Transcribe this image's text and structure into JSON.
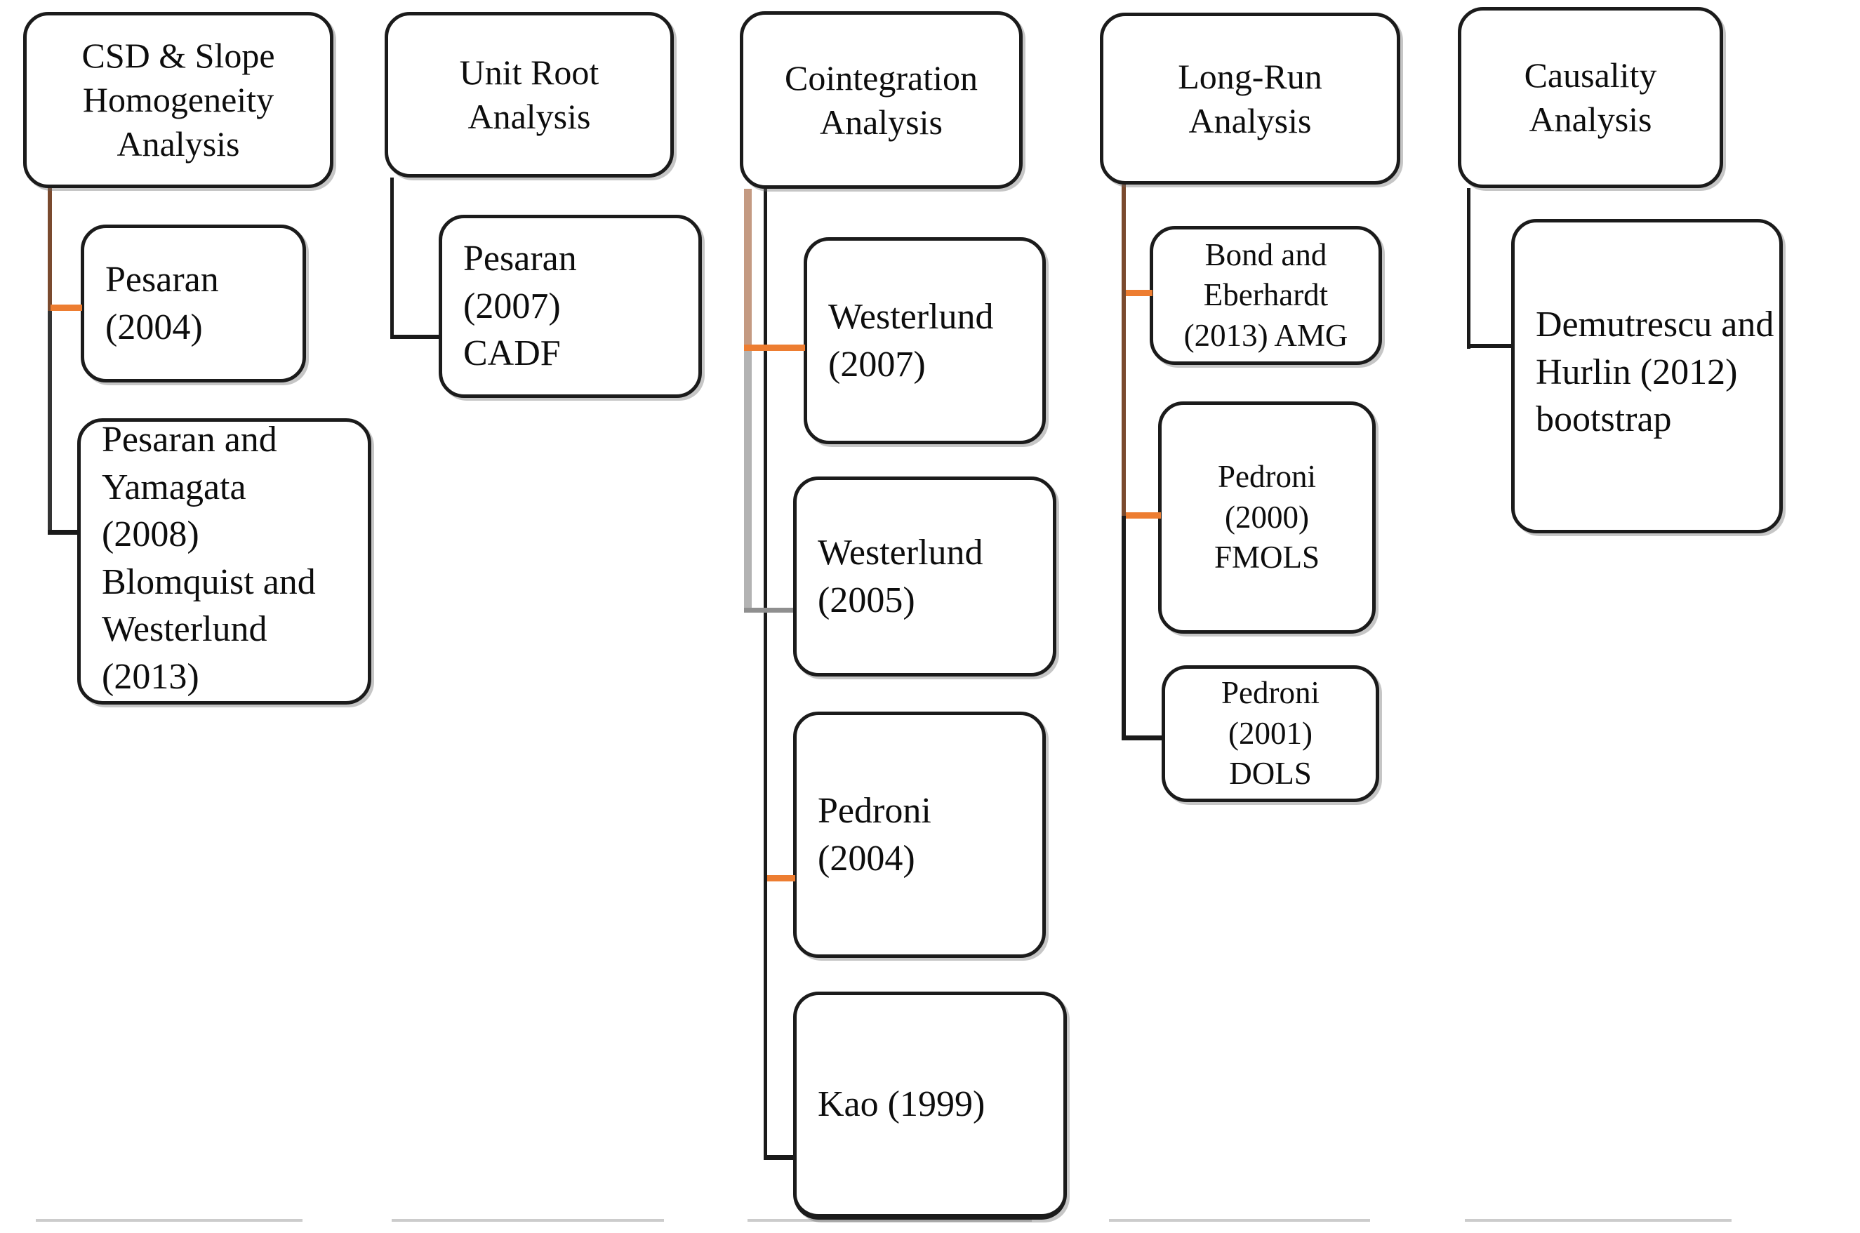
{
  "diagram": {
    "title_implicit": "Econometric methodology flowchart",
    "columns": [
      {
        "header": "CSD & Slope\nHomogeneity\nAnalysis",
        "children": [
          "Pesaran\n(2004)",
          "Pesaran and\nYamagata\n(2008)\nBlomquist and\nWesterlund\n(2013)"
        ]
      },
      {
        "header": "Unit Root\nAnalysis",
        "children": [
          "Pesaran\n(2007)\nCADF"
        ]
      },
      {
        "header": "Cointegration\nAnalysis",
        "children": [
          "Westerlund\n(2007)",
          "Westerlund\n(2005)",
          "Pedroni\n(2004)",
          "Kao (1999)"
        ]
      },
      {
        "header": "Long-Run\nAnalysis",
        "children": [
          "Bond and\nEberhardt\n(2013) AMG",
          "Pedroni\n(2000)\nFMOLS",
          "Pedroni\n(2001)\nDOLS"
        ]
      },
      {
        "header": "Causality\nAnalysis",
        "children": [
          "Demutrescu and\nHurlin (2012)\nbootstrap"
        ]
      }
    ],
    "colors": {
      "accent_orange": "#ED7D31",
      "brown_connector": "#7a4a2e",
      "tan_connector": "#c49a82",
      "light_gray_connector": "#b3b3b3",
      "gray_elbow": "#8f8f8f",
      "black_connector": "#1a1a1a",
      "box_border": "#1b1b1b",
      "bottom_rule_gray": "#cccccc"
    }
  }
}
